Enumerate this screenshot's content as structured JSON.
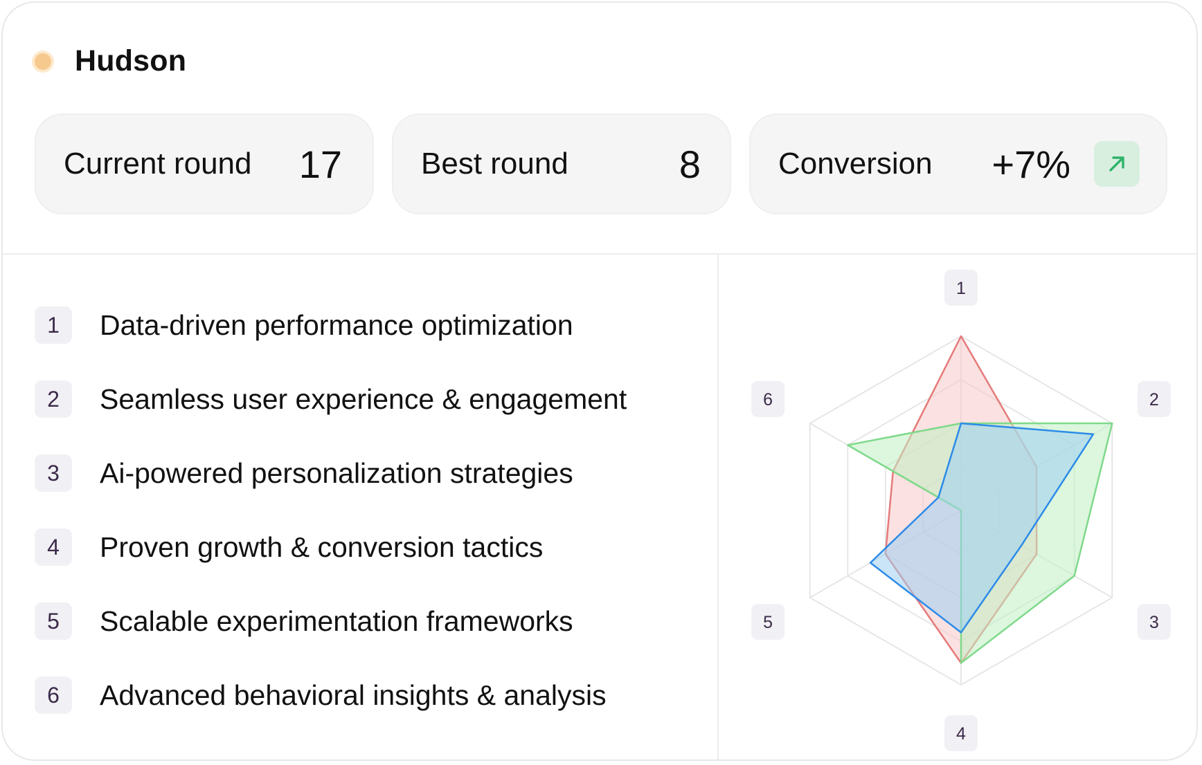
{
  "profile": {
    "name": "Hudson",
    "status_color": "#f6c98f"
  },
  "stats": {
    "current_round": {
      "label": "Current round",
      "value": "17"
    },
    "best_round": {
      "label": "Best round",
      "value": "8"
    },
    "conversion": {
      "label": "Conversion",
      "value": "+7%",
      "trend_icon": "arrow-up-right-icon",
      "trend_color": "#2fb36a"
    }
  },
  "items": [
    {
      "number": "1",
      "label": "Data-driven performance optimization"
    },
    {
      "number": "2",
      "label": "Seamless user experience & engagement"
    },
    {
      "number": "3",
      "label": "Ai-powered personalization strategies"
    },
    {
      "number": "4",
      "label": "Proven growth & conversion tactics"
    },
    {
      "number": "5",
      "label": "Scalable experimentation frameworks"
    },
    {
      "number": "6",
      "label": "Advanced behavioral insights & analysis"
    }
  ],
  "chart_data": {
    "type": "radar",
    "axes": [
      "1",
      "2",
      "3",
      "4",
      "5",
      "6"
    ],
    "max": 4,
    "grid_levels": 4,
    "series": [
      {
        "color": "#e47a7a",
        "fill": "#f7c9c9",
        "values": [
          4,
          2,
          2,
          3.5,
          2,
          1.8
        ]
      },
      {
        "color": "#7fd98a",
        "fill": "#bff0c3",
        "values": [
          2,
          4,
          3,
          3.5,
          0,
          3
        ]
      },
      {
        "color": "#2b8be8",
        "fill": "#9fd0f2",
        "values": [
          2,
          3.5,
          1.6,
          2.8,
          2.4,
          0.6
        ]
      }
    ]
  }
}
